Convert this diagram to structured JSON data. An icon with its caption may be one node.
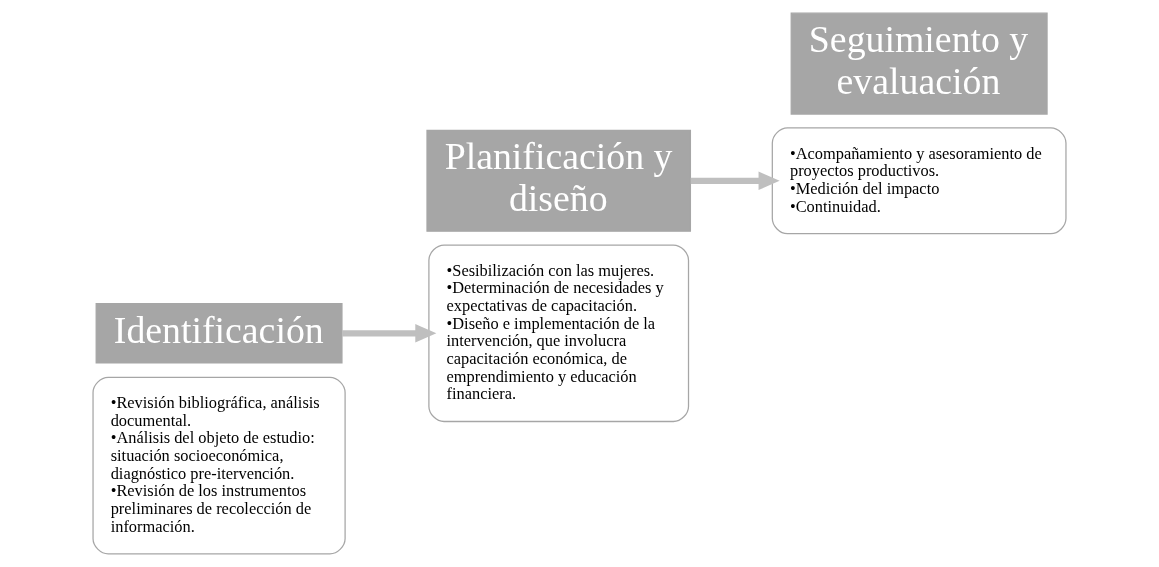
{
  "diagram": {
    "nodes": [
      {
        "text": [
          "•Revisión bibliográfica, análisis documental.",
          "•Análisis del objeto de estudio: situación socioeconómica, diagnóstico pre-itervención.",
          "•Revisión de los instrumentos preliminares de recolección de información."
        ]
      },
      {
        "text": [
          "Identificación"
        ]
      },
      {
        "text": [
          "•Sesibilización con las mujeres.",
          "•Determinación de necesidades y expectativas de capacitación.",
          "•Diseño e implementación de la intervención, que involucra capacitación económica, de emprendimiento y educación financiera."
        ]
      },
      {
        "text": [
          "Planificación y diseño"
        ]
      },
      {
        "text": [
          "•Acompañamiento y asesoramiento de proyectos productivos.",
          "•Medición del impacto",
          "•Continuidad."
        ]
      },
      {
        "text": [
          "Seguimiento y evaluación"
        ]
      }
    ],
    "edges": [
      {
        "from": 1,
        "to": 2,
        "arrow": "to"
      },
      {
        "from": 3,
        "to": 4,
        "arrow": "to"
      }
    ]
  }
}
